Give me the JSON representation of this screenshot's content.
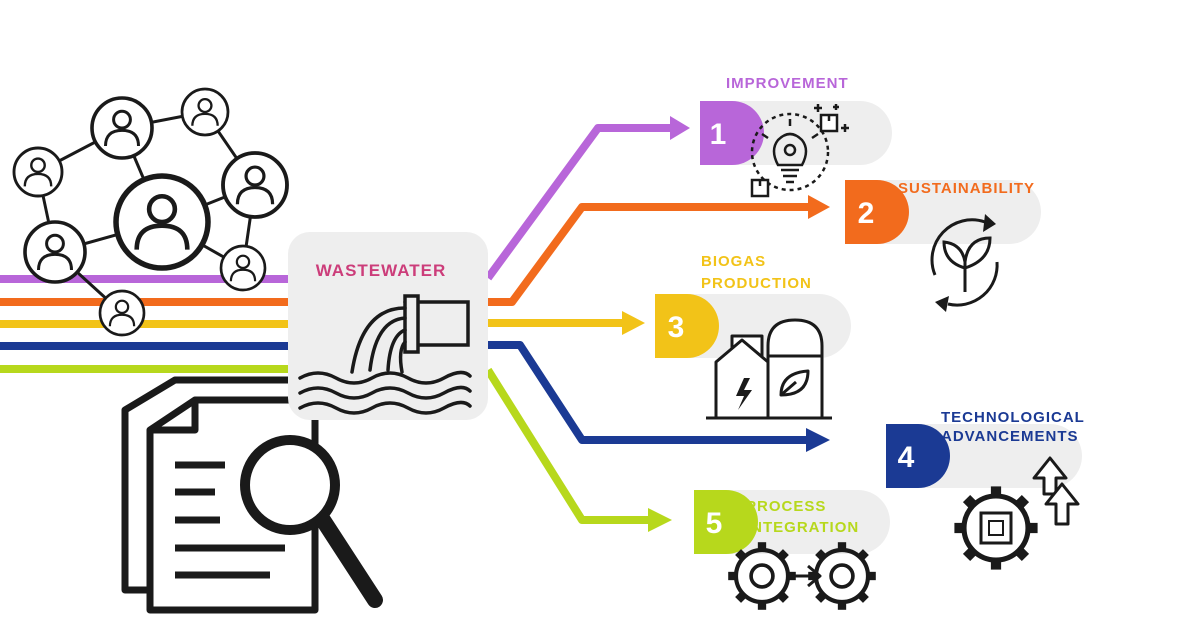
{
  "colors": {
    "improvement": "#b866d9",
    "sustainability": "#f26b1d",
    "biogas": "#f2c318",
    "technological": "#1b3a94",
    "process": "#b7d81c",
    "wastewater_label": "#cc3d7a",
    "panel": "#eeeeee",
    "icon": "#1a1a1a"
  },
  "center": {
    "label": "WASTEWATER",
    "icon": "pipe-outflow-icon"
  },
  "left_icons": {
    "network": "people-network-icon",
    "document": "document-search-icon"
  },
  "outcomes": [
    {
      "number": "1",
      "lines": [
        "IMPROVEMENT"
      ],
      "icon": "idea-lightbulb-gears-icon"
    },
    {
      "number": "2",
      "lines": [
        "SUSTAINABILITY"
      ],
      "icon": "recycle-leaf-icon"
    },
    {
      "number": "3",
      "lines": [
        "BIOGAS",
        "PRODUCTION"
      ],
      "icon": "biogas-plant-icon"
    },
    {
      "number": "4",
      "lines": [
        "TECHNOLOGICAL",
        "ADVANCEMENTS"
      ],
      "icon": "chip-gear-arrows-icon"
    },
    {
      "number": "5",
      "lines": [
        "PROCESS",
        "INTEGRATION"
      ],
      "icon": "process-gears-icon"
    }
  ]
}
